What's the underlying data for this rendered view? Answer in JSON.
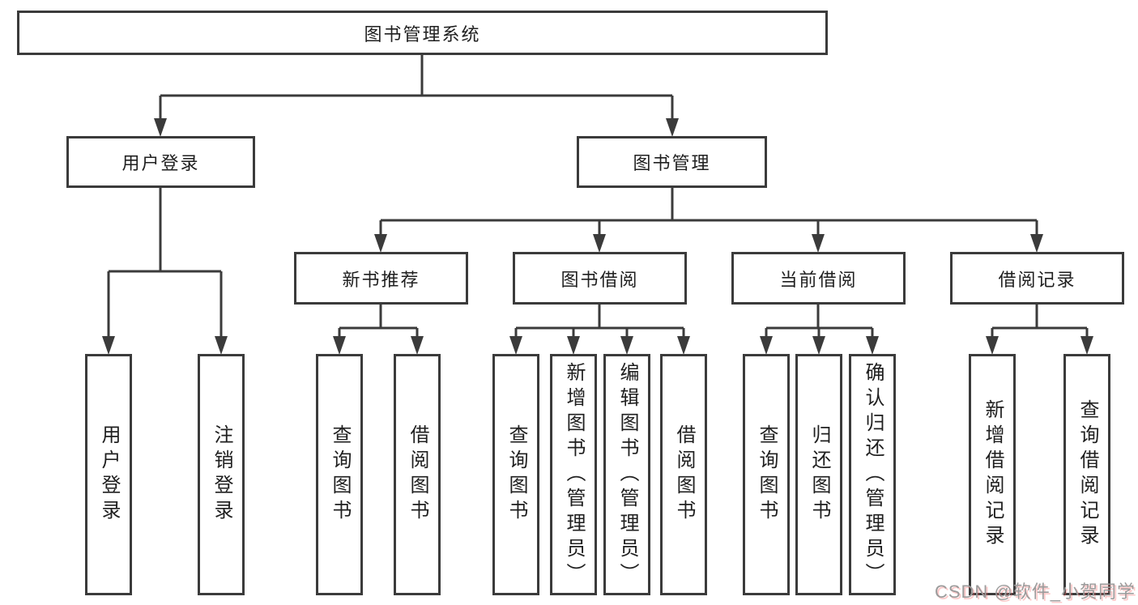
{
  "diagram_type": "function-structure-tree",
  "colors": {
    "line": "#3b3b3b",
    "box_border": "#3b3b3b",
    "text": "#1f1f1f",
    "background": "#ffffff",
    "watermark_gray": "#9b9b9b",
    "watermark_red_ghost": "#fa6464"
  },
  "tree": {
    "root": {
      "label": "图书管理系统",
      "children": [
        {
          "label": "用户登录",
          "children": [
            {
              "label": "用户登录"
            },
            {
              "label": "注销登录"
            }
          ]
        },
        {
          "label": "图书管理",
          "children": [
            {
              "label": "新书推荐",
              "children": [
                {
                  "label": "查询图书"
                },
                {
                  "label": "借阅图书"
                }
              ]
            },
            {
              "label": "图书借阅",
              "children": [
                {
                  "label": "查询图书"
                },
                {
                  "label": "新增图书（管理员）"
                },
                {
                  "label": "编辑图书（管理员）"
                },
                {
                  "label": "借阅图书"
                }
              ]
            },
            {
              "label": "当前借阅",
              "children": [
                {
                  "label": "查询图书"
                },
                {
                  "label": "归还图书"
                },
                {
                  "label": "确认归还（管理员）"
                }
              ]
            },
            {
              "label": "借阅记录",
              "children": [
                {
                  "label": "新增借阅记录"
                },
                {
                  "label": "查询借阅记录"
                }
              ]
            }
          ]
        }
      ]
    }
  },
  "watermark": {
    "text": "CSDN @软件_小贺同学"
  }
}
